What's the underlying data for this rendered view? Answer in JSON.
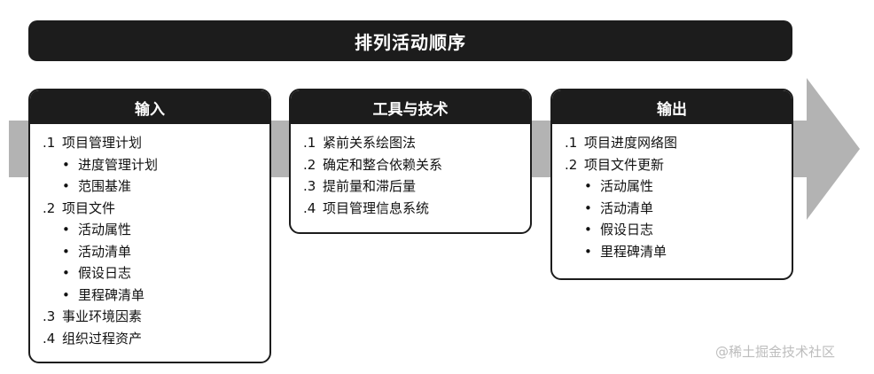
{
  "title": "排列活动顺序",
  "inputs": {
    "header": "输入",
    "items": [
      {
        "num": ".1",
        "text": "项目管理计划",
        "subs": [
          "进度管理计划",
          "范围基准"
        ]
      },
      {
        "num": ".2",
        "text": "项目文件",
        "subs": [
          "活动属性",
          "活动清单",
          "假设日志",
          "里程碑清单"
        ]
      },
      {
        "num": ".3",
        "text": "事业环境因素",
        "subs": []
      },
      {
        "num": ".4",
        "text": "组织过程资产",
        "subs": []
      }
    ]
  },
  "tools": {
    "header": "工具与技术",
    "items": [
      {
        "num": ".1",
        "text": "紧前关系绘图法",
        "subs": []
      },
      {
        "num": ".2",
        "text": "确定和整合依赖关系",
        "subs": []
      },
      {
        "num": ".3",
        "text": "提前量和滞后量",
        "subs": []
      },
      {
        "num": ".4",
        "text": "项目管理信息系统",
        "subs": []
      }
    ]
  },
  "outputs": {
    "header": "输出",
    "items": [
      {
        "num": ".1",
        "text": "项目进度网络图",
        "subs": []
      },
      {
        "num": ".2",
        "text": "项目文件更新",
        "subs": [
          "活动属性",
          "活动清单",
          "假设日志",
          "里程碑清单"
        ]
      }
    ]
  },
  "bullet": "•",
  "watermark": "@稀土掘金技术社区",
  "colors": {
    "dark": "#1c1c1c",
    "arrow": "#b3b3b3",
    "watermark": "#bdbdbd"
  }
}
